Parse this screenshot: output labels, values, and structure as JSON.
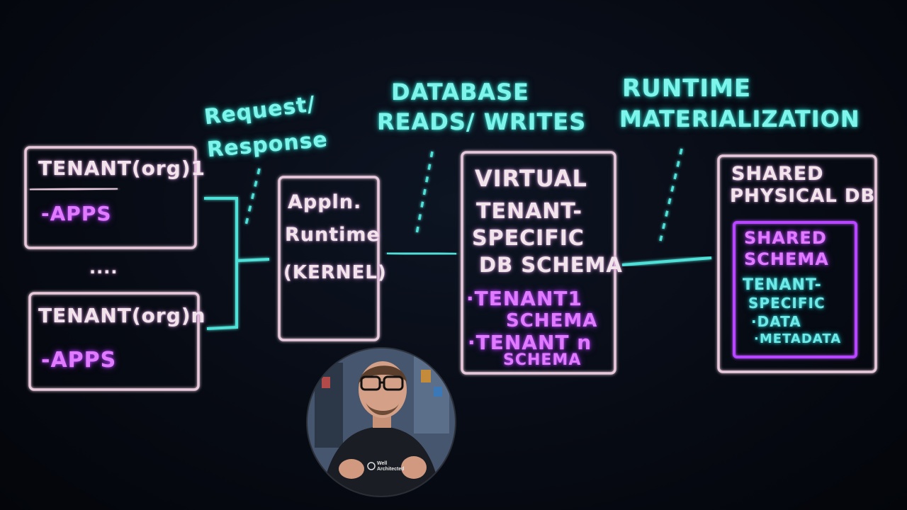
{
  "headings": {
    "request_line1": "Request/",
    "request_line2": "Response",
    "db_line1": "DATABASE",
    "db_line2": "READS/ WRITES",
    "runtime_line1": "RUNTIME",
    "runtime_line2": "MATERIALIZATION"
  },
  "tenant1": {
    "title": "TENANT(org)1",
    "apps": "-APPS"
  },
  "ellipsis": "....",
  "tenantN": {
    "title": "TENANT(org)n",
    "apps": "-APPS"
  },
  "kernel": {
    "line1": "Appln.",
    "line2": "Runtime",
    "line3": "(KERNEL)"
  },
  "virtual": {
    "line1": "VIRTUAL",
    "line2": "TENANT-",
    "line3": "SPECIFIC",
    "line4": "DB SCHEMA",
    "item1_line1": "·TENANT1",
    "item1_line2": "SCHEMA",
    "item2_line1": "·TENANT n",
    "item2_line2": "SCHEMA"
  },
  "physical": {
    "line1": "SHARED",
    "line2": "PHYSICAL DB",
    "inner_line1": "SHARED",
    "inner_line2": "SCHEMA",
    "inner_line3": "TENANT-",
    "inner_line4": "SPECIFIC",
    "inner_line5": "·DATA",
    "inner_line6": "·METADATA"
  },
  "presenter": {
    "shirt_text": "Well Architected"
  },
  "colors": {
    "cyan": "#7ff4ea",
    "cream": "#f1e4ea",
    "violet": "#e07bff",
    "box_border": "#e8c9dc",
    "connector": "#4fe0d8"
  }
}
